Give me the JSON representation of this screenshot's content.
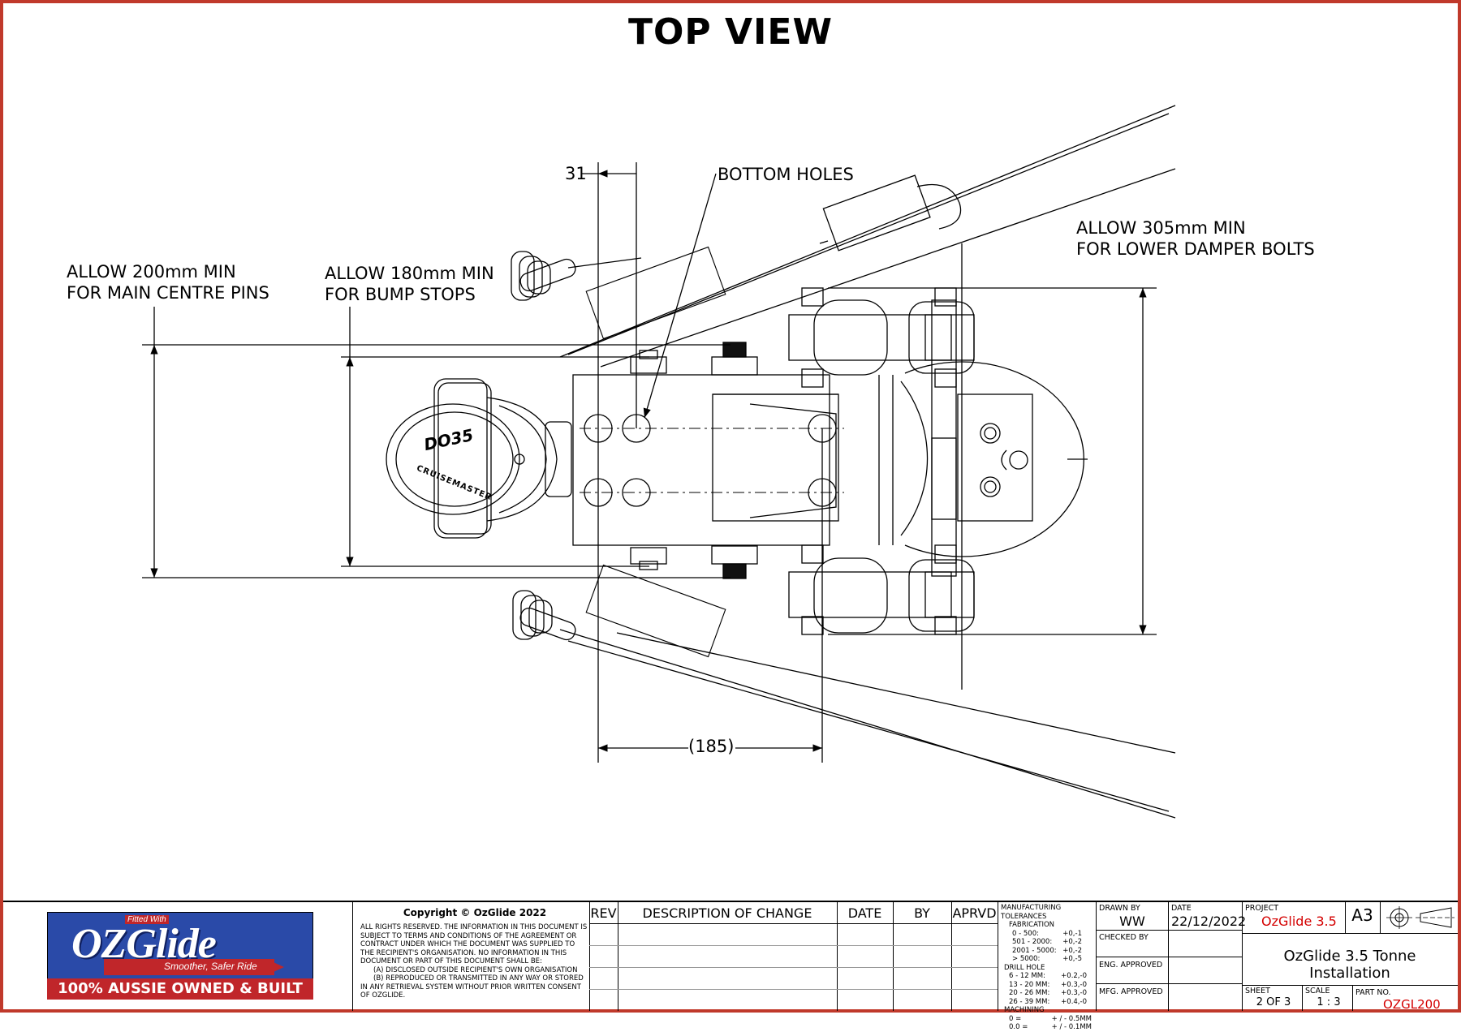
{
  "title": "TOP VIEW",
  "notes": {
    "main_pins": [
      "ALLOW 200mm MIN",
      "FOR MAIN CENTRE PINS"
    ],
    "bump_stops": [
      "ALLOW 180mm MIN",
      "FOR BUMP STOPS"
    ],
    "damper_bolts": [
      "ALLOW 305mm MIN",
      "FOR LOWER DAMPER BOLTS"
    ],
    "bottom_holes": "BOTTOM HOLES"
  },
  "dimensions": {
    "top": "31",
    "bottom": "(185)"
  },
  "hitch_text": {
    "model": "DO35",
    "brand": "CRUISEMASTER"
  },
  "logo": {
    "tagline_top": "Fitted With",
    "brand": "OZGlide",
    "slogan": "Smoother, Safer Ride",
    "banner": "100% AUSSIE OWNED & BUILT"
  },
  "copyright": {
    "heading": "Copyright © OzGlide 2022",
    "body": "ALL RIGHTS RESERVED. THE INFORMATION IN THIS DOCUMENT IS SUBJECT TO TERMS AND CONDITIONS OF THE AGREEMENT OR CONTRACT UNDER WHICH THE DOCUMENT WAS SUPPLIED TO THE RECIPIENT'S ORGANISATION. NO INFORMATION IN THIS DOCUMENT OR PART OF THIS DOCUMENT SHALL BE:",
    "item_a": "(A) DISCLOSED OUTSIDE RECIPIENT'S OWN ORGANISATION",
    "item_b": "(B) REPRODUCED OR TRANSMITTED IN ANY WAY OR STORED",
    "tail": "IN ANY RETRIEVAL SYSTEM WITHOUT PRIOR WRITTEN CONSENT OF OZGLIDE."
  },
  "revision_table": {
    "headers": [
      "REV",
      "DESCRIPTION OF CHANGE",
      "DATE",
      "BY",
      "APRVD"
    ]
  },
  "tolerances": {
    "heading": "MANUFACTURING TOLERANCES",
    "fabrication_label": "FABRICATION",
    "fabrication": [
      [
        "0 - 500:",
        "+0,-1"
      ],
      [
        "501 - 2000:",
        "+0,-2"
      ],
      [
        "2001 - 5000:",
        "+0,-2"
      ],
      [
        "> 5000:",
        "+0,-5"
      ]
    ],
    "drill_label": "DRILL HOLE",
    "drill": [
      [
        "6 - 12 MM:",
        "+0.2,-0"
      ],
      [
        "13 - 20 MM:",
        "+0.3,-0"
      ],
      [
        "20 - 26 MM:",
        "+0.3,-0"
      ],
      [
        "26 - 39 MM:",
        "+0.4,-0"
      ]
    ],
    "machining_label": "MACHINING",
    "machining": [
      [
        "0 =",
        "+ / - 0.5MM"
      ],
      [
        "0.0 =",
        "+ / - 0.1MM"
      ]
    ]
  },
  "approvals": {
    "drawn_by_label": "DRAWN BY",
    "drawn_by": "WW",
    "date_label": "DATE",
    "date": "22/12/2022",
    "checked_by_label": "CHECKED BY",
    "eng_approved_label": "ENG. APPROVED",
    "mfg_approved_label": "MFG. APPROVED"
  },
  "project": {
    "label": "PROJECT",
    "name": "OzGlide 3.5",
    "size": "A3",
    "title": "OzGlide 3.5 Tonne Installation",
    "sheet_label": "SHEET",
    "sheet": "2 OF 3",
    "scale_label": "SCALE",
    "scale": "1 : 3",
    "part_label": "PART NO.",
    "part": "OZGL200"
  },
  "colors": {
    "border": "#c0392b",
    "logo_bg": "#2a4aa8",
    "logo_banner": "#c0262a",
    "red_text": "#d40000"
  }
}
